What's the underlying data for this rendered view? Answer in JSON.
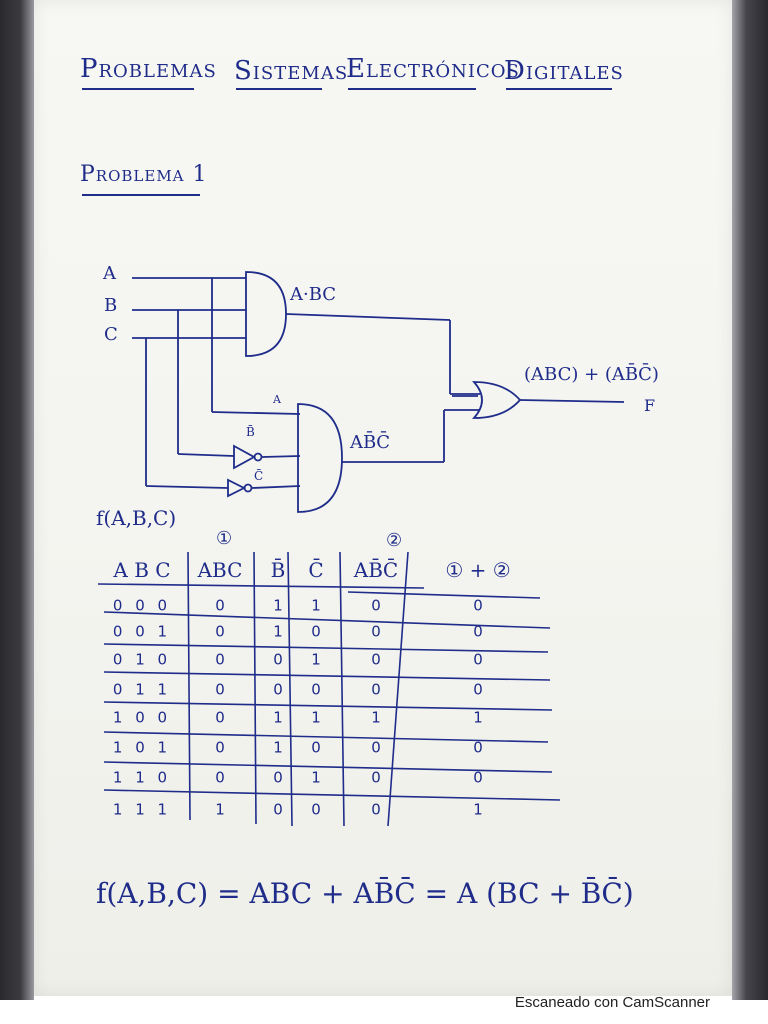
{
  "document": {
    "title_words": [
      "Problemas",
      "Sistemas",
      "Electrónicos",
      "Digitales"
    ],
    "problem_heading": "Problema 1"
  },
  "circuit": {
    "inputs": [
      "A",
      "B",
      "C"
    ],
    "and1_output": "A·BC",
    "and2_input_labels": [
      "A",
      "B̄",
      "C̄"
    ],
    "and2_output": "AB̄C̄",
    "or_output_expr": "(ABC) + (AB̄C̄)",
    "output_name": "F"
  },
  "truth_table": {
    "function_label": "f(A,B,C)",
    "column_markers": [
      "①",
      "②"
    ],
    "headers": [
      "A B C",
      "ABC",
      "B̄",
      "C̄",
      "AB̄C̄",
      "① + ②"
    ],
    "rows": [
      [
        "0 0 0",
        "0",
        "1",
        "1",
        "0",
        "0"
      ],
      [
        "0 0 1",
        "0",
        "1",
        "0",
        "0",
        "0"
      ],
      [
        "0 1 0",
        "0",
        "0",
        "1",
        "0",
        "0"
      ],
      [
        "0 1 1",
        "0",
        "0",
        "0",
        "0",
        "0"
      ],
      [
        "1 0 0",
        "0",
        "1",
        "1",
        "1",
        "1"
      ],
      [
        "1 0 1",
        "0",
        "1",
        "0",
        "0",
        "0"
      ],
      [
        "1 1 0",
        "0",
        "0",
        "1",
        "0",
        "0"
      ],
      [
        "1 1 1",
        "1",
        "0",
        "0",
        "0",
        "1"
      ]
    ]
  },
  "result_equation": "f(A,B,C) = ABC + AB̄C̄ = A (BC + B̄C̄)",
  "footer": "Escaneado con CamScanner"
}
